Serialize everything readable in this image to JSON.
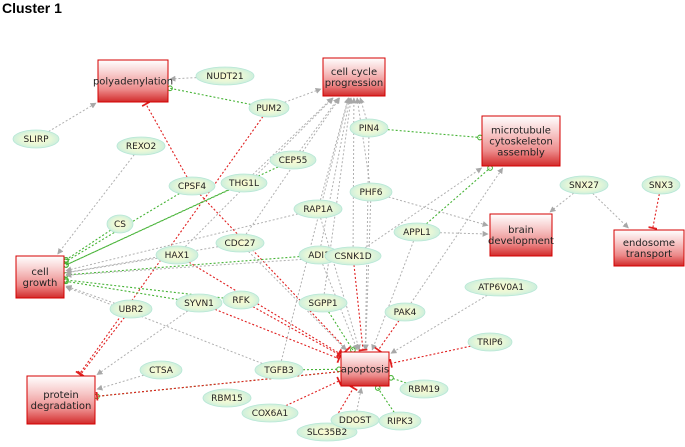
{
  "title": "Cluster 1",
  "colors": {
    "gene_fill": "#d8f3e6",
    "gene_stroke": "#b7e7d6",
    "process_fill": "#f0a0a0",
    "process_stroke": "#d40000",
    "edge_gray": "#b0b0b0",
    "edge_red": "#e02020",
    "edge_green": "#46b336"
  },
  "processes": [
    {
      "id": "polyadenylation",
      "lines": [
        "polyadenylation"
      ]
    },
    {
      "id": "cellcycle",
      "lines": [
        "cell cycle",
        "progression"
      ]
    },
    {
      "id": "microtubule",
      "lines": [
        "microtubule",
        "cytoskeleton",
        "assembly"
      ]
    },
    {
      "id": "brain",
      "lines": [
        "brain",
        "development"
      ]
    },
    {
      "id": "endosome",
      "lines": [
        "endosome",
        "transport"
      ]
    },
    {
      "id": "cellgrowth",
      "lines": [
        "cell",
        "growth"
      ]
    },
    {
      "id": "apoptosis",
      "lines": [
        "apoptosis"
      ]
    },
    {
      "id": "protein",
      "lines": [
        "protein",
        "degradation"
      ]
    }
  ],
  "genes": [
    {
      "id": "NUDT21",
      "label": "NUDT21"
    },
    {
      "id": "SLIRP",
      "label": "SLIRP"
    },
    {
      "id": "REXO2",
      "label": "REXO2"
    },
    {
      "id": "PUM2",
      "label": "PUM2"
    },
    {
      "id": "PIN4",
      "label": "PIN4"
    },
    {
      "id": "CEP55",
      "label": "CEP55"
    },
    {
      "id": "THG1L",
      "label": "THG1L"
    },
    {
      "id": "CPSF4",
      "label": "CPSF4"
    },
    {
      "id": "CS",
      "label": "CS"
    },
    {
      "id": "RAP1A",
      "label": "RAP1A"
    },
    {
      "id": "PHF6",
      "label": "PHF6"
    },
    {
      "id": "SNX27",
      "label": "SNX27"
    },
    {
      "id": "SNX3",
      "label": "SNX3"
    },
    {
      "id": "HAX1",
      "label": "HAX1"
    },
    {
      "id": "CDC27",
      "label": "CDC27"
    },
    {
      "id": "ADI1",
      "label": "ADI1"
    },
    {
      "id": "CSNK1D",
      "label": "CSNK1D"
    },
    {
      "id": "APPL1",
      "label": "APPL1"
    },
    {
      "id": "ATP6V0A1",
      "label": "ATP6V0A1"
    },
    {
      "id": "UBR2",
      "label": "UBR2"
    },
    {
      "id": "SYVN1",
      "label": "SYVN1"
    },
    {
      "id": "RFK",
      "label": "RFK"
    },
    {
      "id": "SGPP1",
      "label": "SGPP1"
    },
    {
      "id": "PAK4",
      "label": "PAK4"
    },
    {
      "id": "TRIP6",
      "label": "TRIP6"
    },
    {
      "id": "CTSA",
      "label": "CTSA"
    },
    {
      "id": "TGFB3",
      "label": "TGFB3"
    },
    {
      "id": "RBM19",
      "label": "RBM19"
    },
    {
      "id": "RBM15",
      "label": "RBM15"
    },
    {
      "id": "COX6A1",
      "label": "COX6A1"
    },
    {
      "id": "SLC35B2",
      "label": "SLC35B2"
    },
    {
      "id": "DDOST",
      "label": "DDOST"
    },
    {
      "id": "RIPK3",
      "label": "RIPK3"
    }
  ],
  "edges": [
    {
      "from": "NUDT21",
      "to": "polyadenylation",
      "kind": "gray"
    },
    {
      "from": "SLIRP",
      "to": "polyadenylation",
      "kind": "gray"
    },
    {
      "from": "PUM2",
      "to": "polyadenylation",
      "kind": "green"
    },
    {
      "from": "PUM2",
      "to": "cellcycle",
      "kind": "gray"
    },
    {
      "from": "PUM2",
      "to": "protein",
      "kind": "red"
    },
    {
      "from": "CPSF4",
      "to": "polyadenylation",
      "kind": "red"
    },
    {
      "from": "CPSF4",
      "to": "cellgrowth",
      "kind": "green"
    },
    {
      "from": "CPSF4",
      "to": "apoptosis",
      "kind": "red"
    },
    {
      "from": "REXO2",
      "to": "cellgrowth",
      "kind": "gray"
    },
    {
      "from": "CS",
      "to": "cellgrowth",
      "kind": "green"
    },
    {
      "from": "THG1L",
      "to": "cellcycle",
      "kind": "gray"
    },
    {
      "from": "THG1L",
      "to": "cellgrowth",
      "kind": "green"
    },
    {
      "from": "CEP55",
      "to": "cellcycle",
      "kind": "gray"
    },
    {
      "from": "CEP55",
      "to": "cellgrowth",
      "kind": "green"
    },
    {
      "from": "PIN4",
      "to": "cellcycle",
      "kind": "gray"
    },
    {
      "from": "PIN4",
      "to": "microtubule",
      "kind": "green"
    },
    {
      "from": "PIN4",
      "to": "apoptosis",
      "kind": "gray"
    },
    {
      "from": "RAP1A",
      "to": "cellcycle",
      "kind": "gray"
    },
    {
      "from": "RAP1A",
      "to": "cellgrowth",
      "kind": "gray"
    },
    {
      "from": "RAP1A",
      "to": "apoptosis",
      "kind": "gray"
    },
    {
      "from": "PHF6",
      "to": "cellcycle",
      "kind": "gray"
    },
    {
      "from": "PHF6",
      "to": "brain",
      "kind": "gray"
    },
    {
      "from": "PHF6",
      "to": "apoptosis",
      "kind": "gray"
    },
    {
      "from": "CDC27",
      "to": "cellcycle",
      "kind": "gray"
    },
    {
      "from": "CDC27",
      "to": "cellgrowth",
      "kind": "gray"
    },
    {
      "from": "CDC27",
      "to": "apoptosis",
      "kind": "gray"
    },
    {
      "from": "ADI1",
      "to": "cellcycle",
      "kind": "gray"
    },
    {
      "from": "ADI1",
      "to": "cellgrowth",
      "kind": "green"
    },
    {
      "from": "ADI1",
      "to": "apoptosis",
      "kind": "gray"
    },
    {
      "from": "HAX1",
      "to": "cellgrowth",
      "kind": "gray"
    },
    {
      "from": "HAX1",
      "to": "apoptosis",
      "kind": "red"
    },
    {
      "from": "HAX1",
      "to": "cellcycle",
      "kind": "gray"
    },
    {
      "from": "CSNK1D",
      "to": "cellcycle",
      "kind": "gray"
    },
    {
      "from": "CSNK1D",
      "to": "cellgrowth",
      "kind": "gray"
    },
    {
      "from": "CSNK1D",
      "to": "apoptosis",
      "kind": "red"
    },
    {
      "from": "CSNK1D",
      "to": "microtubule",
      "kind": "gray"
    },
    {
      "from": "APPL1",
      "to": "microtubule",
      "kind": "green"
    },
    {
      "from": "APPL1",
      "to": "brain",
      "kind": "gray"
    },
    {
      "from": "APPL1",
      "to": "apoptosis",
      "kind": "gray"
    },
    {
      "from": "SNX27",
      "to": "brain",
      "kind": "gray"
    },
    {
      "from": "SNX27",
      "to": "endosome",
      "kind": "gray"
    },
    {
      "from": "SNX3",
      "to": "endosome",
      "kind": "red"
    },
    {
      "from": "UBR2",
      "to": "cellgrowth",
      "kind": "gray"
    },
    {
      "from": "UBR2",
      "to": "protein",
      "kind": "red"
    },
    {
      "from": "SYVN1",
      "to": "cellgrowth",
      "kind": "green"
    },
    {
      "from": "SYVN1",
      "to": "apoptosis",
      "kind": "red"
    },
    {
      "from": "SYVN1",
      "to": "protein",
      "kind": "gray"
    },
    {
      "from": "RFK",
      "to": "cellgrowth",
      "kind": "green"
    },
    {
      "from": "RFK",
      "to": "apoptosis",
      "kind": "red"
    },
    {
      "from": "SGPP1",
      "to": "apoptosis",
      "kind": "green"
    },
    {
      "from": "SGPP1",
      "to": "cellcycle",
      "kind": "gray"
    },
    {
      "from": "PAK4",
      "to": "apoptosis",
      "kind": "red"
    },
    {
      "from": "PAK4",
      "to": "microtubule",
      "kind": "gray"
    },
    {
      "from": "ATP6V0A1",
      "to": "apoptosis",
      "kind": "gray"
    },
    {
      "from": "TRIP6",
      "to": "apoptosis",
      "kind": "red"
    },
    {
      "from": "CTSA",
      "to": "protein",
      "kind": "gray"
    },
    {
      "from": "TGFB3",
      "to": "apoptosis",
      "kind": "green"
    },
    {
      "from": "TGFB3",
      "to": "cellgrowth",
      "kind": "gray"
    },
    {
      "from": "TGFB3",
      "to": "cellcycle",
      "kind": "gray"
    },
    {
      "from": "RBM19",
      "to": "apoptosis",
      "kind": "green"
    },
    {
      "from": "RIPK3",
      "to": "apoptosis",
      "kind": "green"
    },
    {
      "from": "COX6A1",
      "to": "apoptosis",
      "kind": "red"
    },
    {
      "from": "SLC35B2",
      "to": "apoptosis",
      "kind": "red"
    },
    {
      "from": "DDOST",
      "to": "apoptosis",
      "kind": "gray"
    },
    {
      "from": "apoptosis",
      "to": "protein",
      "kind": "green"
    },
    {
      "from": "apoptosis",
      "to": "protein",
      "kind": "red"
    }
  ]
}
